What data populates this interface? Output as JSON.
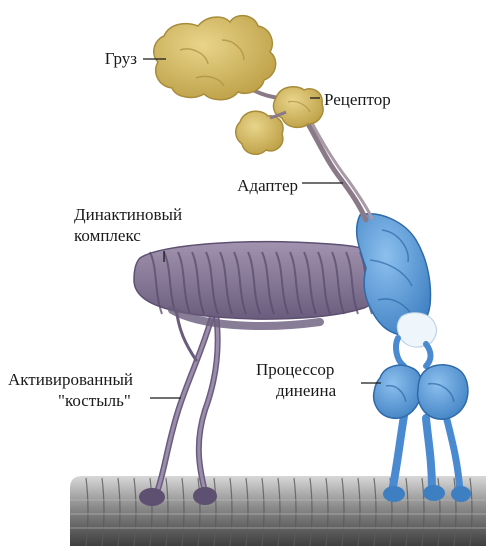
{
  "labels": {
    "cargo": "Груз",
    "receptor": "Рецептор",
    "adapter": "Адаптер",
    "dynactin_1": "Динактиновый",
    "dynactin_2": "комплекс",
    "activated_1": "Активированный",
    "activated_2": "\"костыль\"",
    "processor_1": "Процессор",
    "processor_2": "динеина"
  },
  "colors": {
    "cargo": "#d4b860",
    "cargo_dark": "#a88c3a",
    "dynactin": "#8a7a98",
    "dynactin_dark": "#5e5070",
    "dynein": "#5a9ad6",
    "dynein_dark": "#2f6aa8",
    "dynein_light": "#e8f2fa",
    "microtubule": "#9a9a9a",
    "microtubule_dark": "#4a4a4a",
    "leader_line": "#1a1a1a"
  }
}
